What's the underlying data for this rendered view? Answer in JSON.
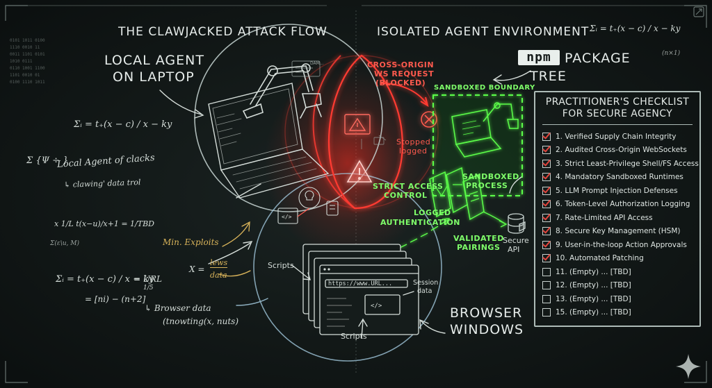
{
  "titles": {
    "attack_flow": "THE CLAWJACKED ATTACK FLOW",
    "isolated_env": "ISOLATED AGENT ENVIRONMENT"
  },
  "labels": {
    "local_agent_line1": "LOCAL AGENT",
    "local_agent_line2": "ON LAPTOP",
    "npm_logo": "npm",
    "package_line1": "PACKAGE",
    "package_line2": "TREE",
    "browser_line1": "BROWSER",
    "browser_line2": "WINDOWS",
    "cross_origin_line1": "CROSS-ORIGIN",
    "cross_origin_line2": "WS REQUEST",
    "cross_origin_line3": "(BLOCKED)",
    "stopped_line1": "Stopped",
    "stopped_line2": "logged",
    "sandboxed_boundary": "SANDBOXED BOUNDARY",
    "sandboxed_process_line1": "SANDBOXED",
    "sandboxed_process_line2": "PROCESS",
    "strict_access_line1": "STRICT ACCESS",
    "strict_access_line2": "CONTROL",
    "logged_auth_line1": "LOGGED",
    "logged_auth_line2": "AUTHENTICATION",
    "validated_line1": "VALIDATED",
    "validated_line2": "PAIRINGS",
    "secure_api_line1": "Secure",
    "secure_api_line2": "API",
    "scripts_left": "Scripts",
    "scripts_bottom": "Scripts",
    "session_line1": "Session",
    "session_line2": "data",
    "url_bar": "https://www.URL...",
    "dam_note": "DAM..."
  },
  "chalk_notes": {
    "sum_eq": "Σᵢ = t₊(x − c) / x − ky",
    "sum_eq_top": "Σᵢ = t₊(x − c) / x − ky",
    "sum_eq_top_tail": "(n×1)",
    "psi": "Σ {Ψ ÷ }",
    "note1": "Local Agent of clacks",
    "note2": "↳ clawing' data trol",
    "frac_eq": "x  1/L  t(x−u)/x+1  = 1/TBD",
    "small_eq": "Σ(ε\\u, M)",
    "min_exploits": "Min. Exploits",
    "x_lews_label": "X =",
    "x_lews_num": "lews",
    "x_lews_den": "data",
    "sum_url_lhs": "Σᵢ = t₊(x − c) / x − ky",
    "url_eq": "= URL",
    "url_den": "1/5",
    "seq": "= [ni) − (n+2]",
    "browser_data": "↳ Browser data",
    "browser_fn": "(tnowting(x, nuts)"
  },
  "checklist": {
    "title_line1": "PRACTITIONER'S CHECKLIST",
    "title_line2": "FOR SECURE AGENCY",
    "items": [
      {
        "text": "1. Verified Supply Chain Integrity",
        "checked": true
      },
      {
        "text": "2. Audited Cross-Origin WebSockets",
        "checked": true
      },
      {
        "text": "3. Strict Least-Privilege Shell/FS Access",
        "checked": true
      },
      {
        "text": "4. Mandatory Sandboxed Runtimes",
        "checked": true
      },
      {
        "text": "5. LLM Prompt Injection Defenses",
        "checked": true
      },
      {
        "text": "6. Token-Level Authorization Logging",
        "checked": true
      },
      {
        "text": "7. Rate-Limited API Access",
        "checked": true
      },
      {
        "text": "8. Secure Key Management (HSM)",
        "checked": true
      },
      {
        "text": "9. User-in-the-loop Action Approvals",
        "checked": true
      },
      {
        "text": "10. Automated Patching",
        "checked": true
      },
      {
        "text": "11. (Empty) ... [TBD]",
        "checked": false
      },
      {
        "text": "12. (Empty) ... [TBD]",
        "checked": false
      },
      {
        "text": "13. (Empty) ... [TBD]",
        "checked": false
      },
      {
        "text": "15. (Empty) ... [TBD]",
        "checked": false
      }
    ]
  },
  "colors": {
    "chalk": "#d5ddd9",
    "red_glow": "#ff3b30",
    "green": "#5cff4a",
    "blue_circle": "#9fc4d8",
    "check_red": "#e0453d"
  }
}
